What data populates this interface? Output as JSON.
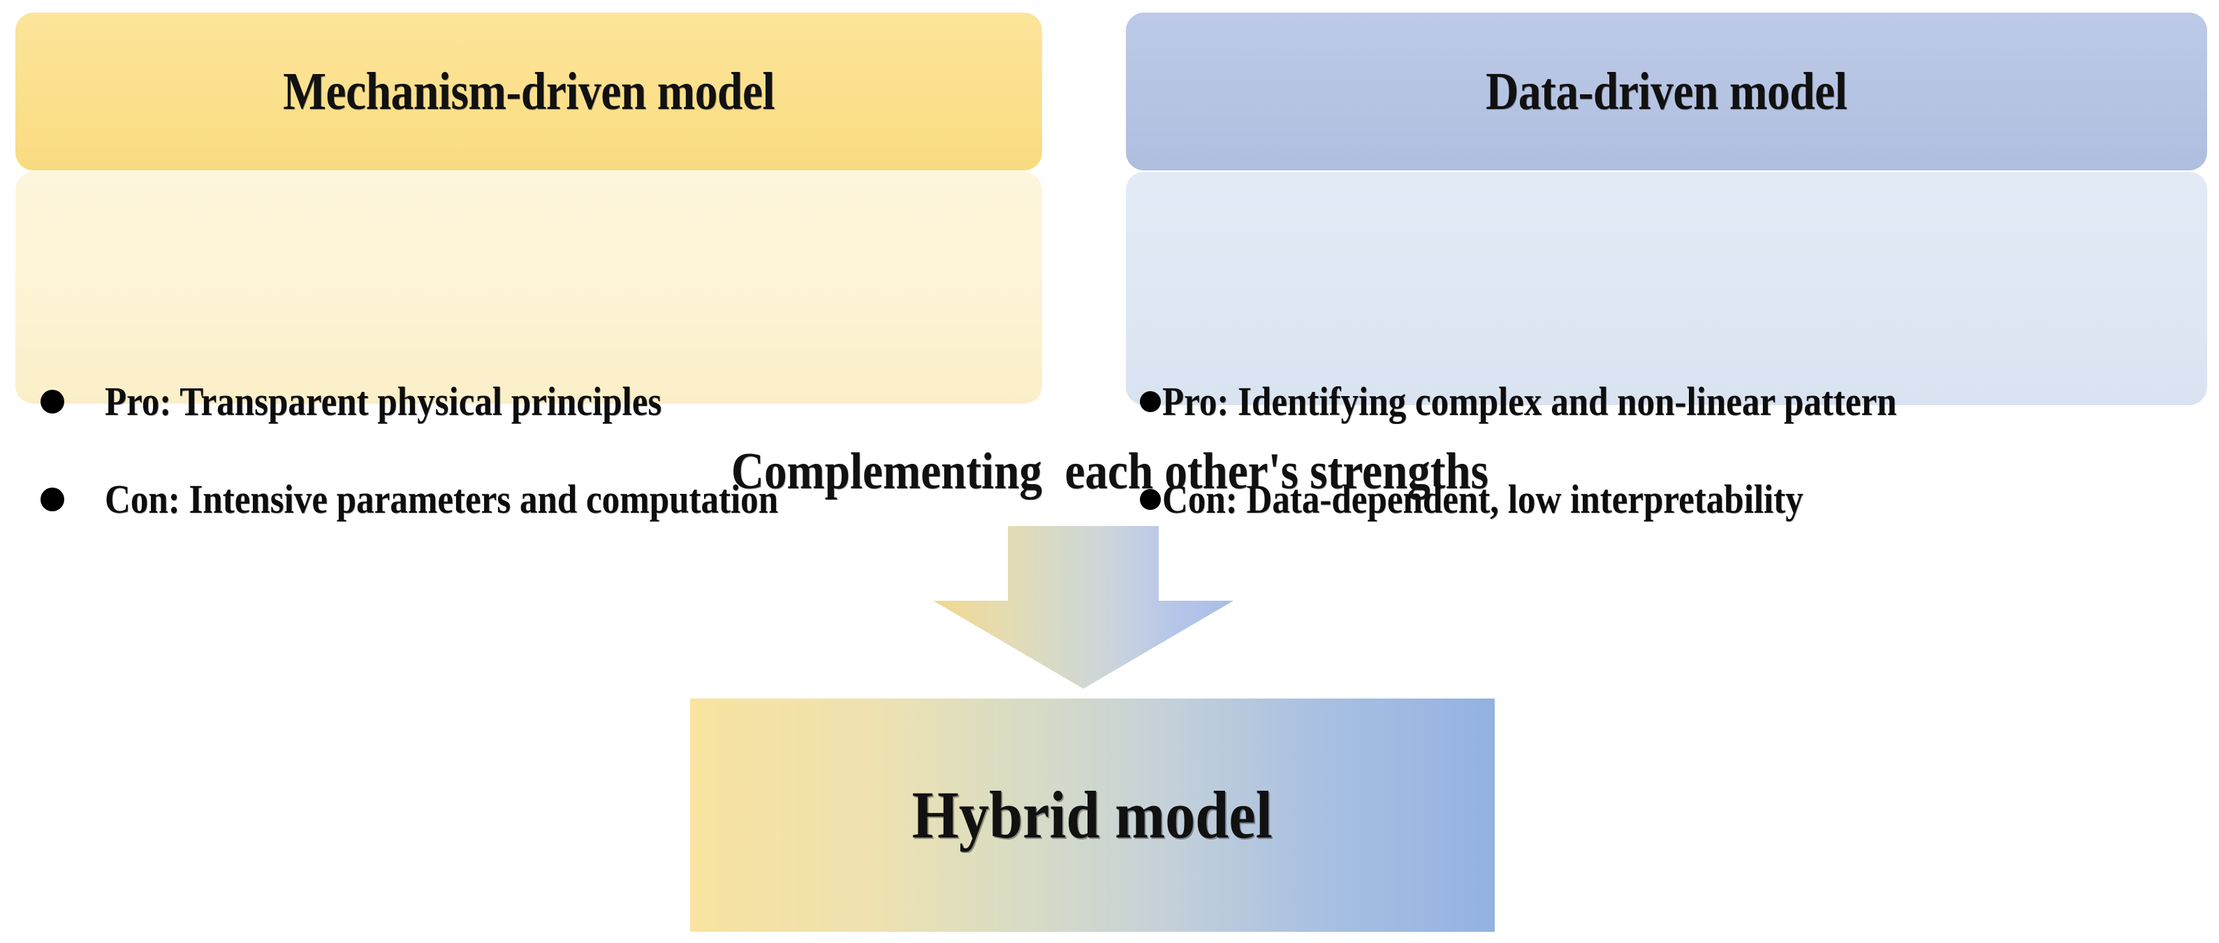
{
  "diagram": {
    "title_semantic": "mechanism-vs-data-driven-hybrid-model",
    "background_color": "#FFFFFF",
    "panels": [
      {
        "id": "mechanism",
        "header_label": "Mechanism-driven model",
        "header_color": "#FBE08C",
        "body_color": "#FDF3D4",
        "bullets": [
          {
            "marker": "bullet-dot-icon",
            "label": "Pro: Transparent physical principles"
          },
          {
            "marker": "bullet-dot-icon",
            "label": "Con: Intensive parameters and computation"
          }
        ]
      },
      {
        "id": "data",
        "header_label": "Data-driven model",
        "header_color": "#B6C4E3",
        "body_color": "#DEE7F3",
        "bullets": [
          {
            "marker": "bullet-dot-icon",
            "label": "Pro: Identifying complex and non-linear pattern"
          },
          {
            "marker": "bullet-dot-icon",
            "label": "Con: Data-dependent, low interpretability"
          }
        ]
      }
    ],
    "bridge": {
      "caption": "Complementing  each other's strengths",
      "arrow": {
        "icon": "down-arrow-icon",
        "direction": "down",
        "gradient_from": "#F3DC9A",
        "gradient_to": "#AFC3E8"
      }
    },
    "result": {
      "label": "Hybrid model",
      "gradient_from": "#F8E3A0",
      "gradient_to": "#93B2E2"
    }
  }
}
